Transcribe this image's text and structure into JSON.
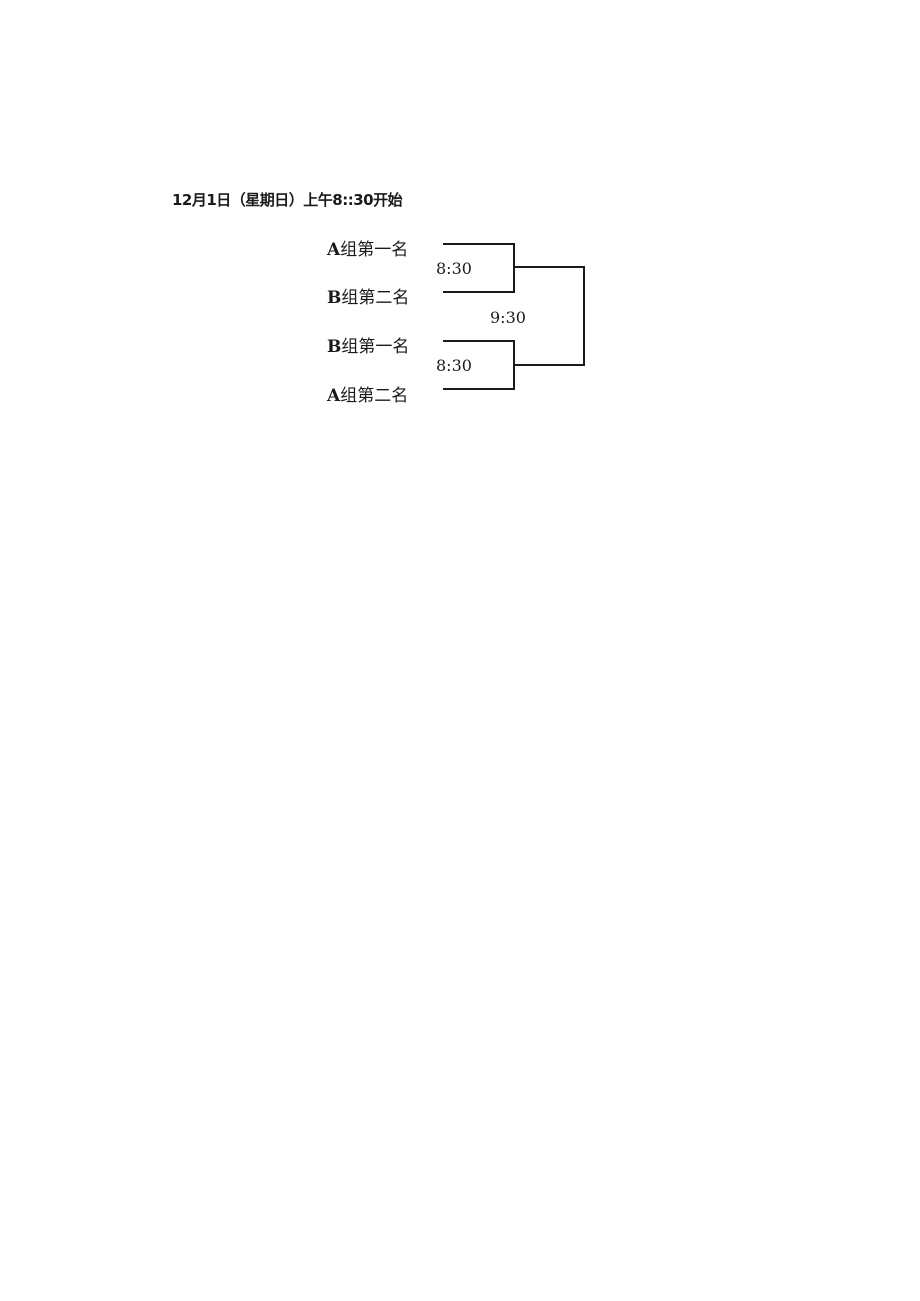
{
  "heading": "12月1日（星期日）上午8::30开始",
  "bracket": {
    "semifinals": [
      {
        "time": "8:30",
        "teams": [
          {
            "group": "A",
            "rank": "组第一名"
          },
          {
            "group": "B",
            "rank": "组第二名"
          }
        ]
      },
      {
        "time": "8:30",
        "teams": [
          {
            "group": "B",
            "rank": "组第一名"
          },
          {
            "group": "A",
            "rank": "组第二名"
          }
        ]
      }
    ],
    "final": {
      "time": "9:30"
    }
  }
}
